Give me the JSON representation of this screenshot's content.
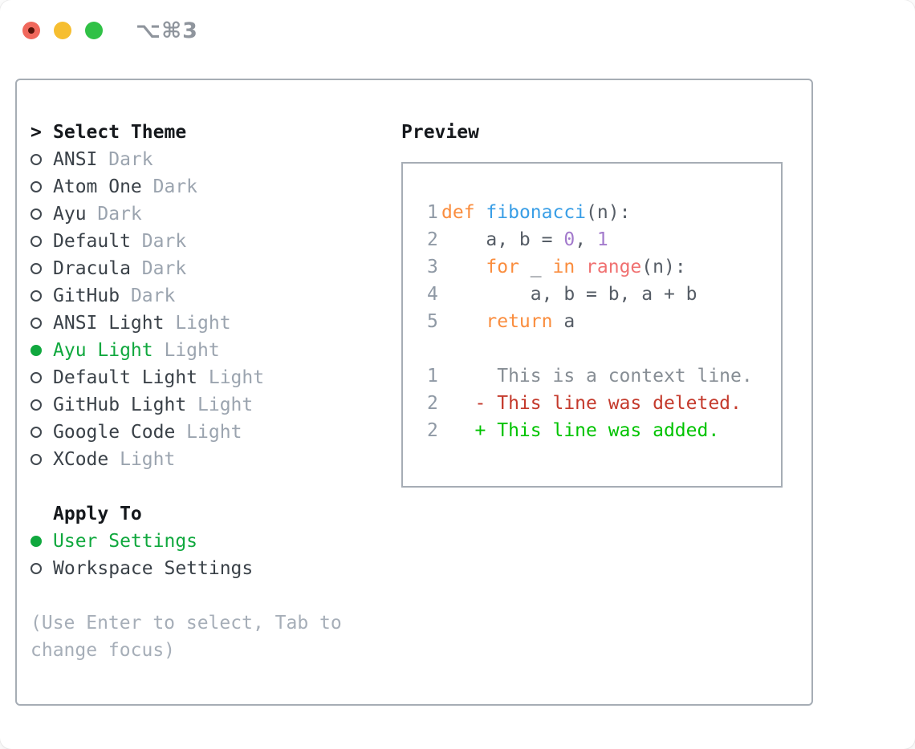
{
  "window": {
    "title": "⌥⌘3",
    "traffic_lights": [
      {
        "name": "close",
        "modified_dot": true
      },
      {
        "name": "minimize",
        "modified_dot": false
      },
      {
        "name": "zoom",
        "modified_dot": false
      }
    ]
  },
  "theme_panel": {
    "header": {
      "prompt": ">",
      "label": "Select Theme"
    },
    "items": [
      {
        "name": "ANSI",
        "variant": "Dark",
        "selected": false
      },
      {
        "name": "Atom One",
        "variant": "Dark",
        "selected": false
      },
      {
        "name": "Ayu",
        "variant": "Dark",
        "selected": false
      },
      {
        "name": "Default",
        "variant": "Dark",
        "selected": false
      },
      {
        "name": "Dracula",
        "variant": "Dark",
        "selected": false
      },
      {
        "name": "GitHub",
        "variant": "Dark",
        "selected": false
      },
      {
        "name": "ANSI Light",
        "variant": "Light",
        "selected": false
      },
      {
        "name": "Ayu Light",
        "variant": "Light",
        "selected": true
      },
      {
        "name": "Default Light",
        "variant": "Light",
        "selected": false
      },
      {
        "name": "GitHub Light",
        "variant": "Light",
        "selected": false
      },
      {
        "name": "Google Code",
        "variant": "Light",
        "selected": false
      },
      {
        "name": "XCode",
        "variant": "Light",
        "selected": false
      }
    ],
    "apply_to": {
      "label": "Apply To",
      "options": [
        {
          "label": "User Settings",
          "selected": true
        },
        {
          "label": "Workspace Settings",
          "selected": false
        }
      ]
    },
    "hint_lines": [
      "(Use Enter to select, Tab to",
      "change focus)"
    ]
  },
  "preview": {
    "label": "Preview",
    "lines": [
      {
        "num": "1",
        "segs": [
          {
            "t": "def",
            "c": "kw"
          },
          {
            "t": " ",
            "c": "pl"
          },
          {
            "t": "fibonacci",
            "c": "fn"
          },
          {
            "t": "(n):",
            "c": "pl"
          }
        ]
      },
      {
        "num": "2",
        "segs": [
          {
            "t": "    a, b = ",
            "c": "pl"
          },
          {
            "t": "0",
            "c": "num"
          },
          {
            "t": ", ",
            "c": "pl"
          },
          {
            "t": "1",
            "c": "num"
          }
        ]
      },
      {
        "num": "3",
        "segs": [
          {
            "t": "    ",
            "c": "pl"
          },
          {
            "t": "for",
            "c": "kw"
          },
          {
            "t": " _ ",
            "c": "pl"
          },
          {
            "t": "in",
            "c": "kw"
          },
          {
            "t": " ",
            "c": "pl"
          },
          {
            "t": "range",
            "c": "sp"
          },
          {
            "t": "(n):",
            "c": "pl"
          }
        ]
      },
      {
        "num": "4",
        "segs": [
          {
            "t": "        a, b = b, a + b",
            "c": "pl"
          }
        ]
      },
      {
        "num": "5",
        "segs": [
          {
            "t": "    ",
            "c": "pl"
          },
          {
            "t": "return",
            "c": "kw"
          },
          {
            "t": " a",
            "c": "pl"
          }
        ]
      },
      {
        "num": "",
        "segs": []
      },
      {
        "num": "1",
        "segs": [
          {
            "t": "     This is a context line.",
            "c": "ctx"
          }
        ]
      },
      {
        "num": "2",
        "segs": [
          {
            "t": "   - This line was deleted.",
            "c": "del"
          }
        ]
      },
      {
        "num": "2",
        "segs": [
          {
            "t": "   + This line was added.",
            "c": "add"
          }
        ]
      }
    ]
  },
  "colors": {
    "light_red": "#f0685c",
    "light_red_dot": "#571309",
    "light_yellow": "#f6be30",
    "light_green": "#30c146",
    "title_fg": "#8f959d",
    "border": "#a6adb5",
    "header_fg": "#15181c",
    "name_fg": "#3a4148",
    "variant_fg": "#9ba4af",
    "hint_fg": "#a6aeb8",
    "radio_ring": "#424950",
    "sel": "#10a83e",
    "lineno": "#8f99a5",
    "code_fg": "#565d66",
    "kw": "#fa8d3e",
    "fn": "#399ee6",
    "num": "#a37acc",
    "sp": "#f07171",
    "ctx": "#878e95",
    "del": "#c43a2c",
    "add": "#00c300"
  }
}
